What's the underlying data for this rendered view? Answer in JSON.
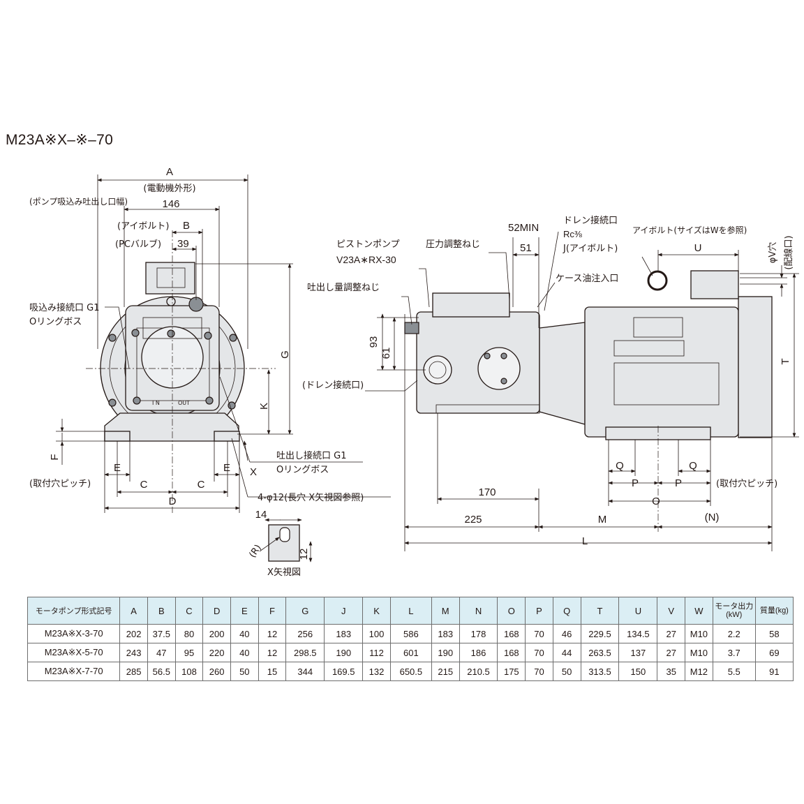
{
  "title": "M23A※X–※–70",
  "front_view": {
    "dim_A": "A",
    "motor_outline": "(電動機外形)",
    "pump_port_width": "(ポンプ吸込み吐出し口幅)",
    "dim_146": "146",
    "eyebolt": "(アイボルト)",
    "dim_B": "B",
    "pc_valve": "(PCバルブ)",
    "dim_39": "39",
    "suction_port": "吸込み接続口 G1",
    "suction_boss": "Oリングボス",
    "dim_G": "G",
    "dim_K": "K",
    "dim_F": "F",
    "dim_E_left": "E",
    "dim_E_right": "E",
    "dim_X": "X",
    "mount_pitch": "(取付穴ピッチ)",
    "dim_C_left": "C",
    "dim_C_right": "C",
    "dim_D": "D",
    "discharge_port": "吐出し接続口 G1",
    "discharge_boss": "Oリングボス",
    "holes": "4-φ12(長穴 X矢視図参照)",
    "in_label": "I N",
    "out_label": "OUT"
  },
  "x_view": {
    "dim_14": "14",
    "dim_12": "12",
    "dim_R": "(R)",
    "caption": "X矢視図"
  },
  "side_view": {
    "piston_pump": "ピストンポンプ",
    "pump_model": "V23A∗RX-30",
    "pressure_screw": "圧力調整ねじ",
    "dim_52min": "52MIN",
    "dim_51": "51",
    "drain_port": "ドレン接続口",
    "drain_rc": "Rc⅜",
    "j_eyebolt": "J(アイボルト)",
    "eyebolt_w": "アイボルト(サイズはWを参照)",
    "dim_U": "U",
    "dim_V": "φV穴",
    "wiring_port": "(配線口)",
    "flow_screw": "吐出し量調整ねじ",
    "case_oil": "ケース油注入口",
    "dim_93": "93",
    "dim_61": "61",
    "drain_port_paren": "(ドレン接続口)",
    "dim_T": "T",
    "dim_Q_left": "Q",
    "dim_Q_right": "Q",
    "dim_P_left": "P",
    "dim_P_right": "P",
    "mount_pitch": "(取付穴ピッチ)",
    "dim_O": "O",
    "dim_170": "170",
    "dim_225": "225",
    "dim_M": "M",
    "dim_N": "(N)",
    "dim_L": "L"
  },
  "table": {
    "headers": [
      "モータポンプ形式記号",
      "A",
      "B",
      "C",
      "D",
      "E",
      "F",
      "G",
      "J",
      "K",
      "L",
      "M",
      "N",
      "O",
      "P",
      "Q",
      "T",
      "U",
      "V",
      "W",
      "モータ出力 (kW)",
      "質量(kg)"
    ],
    "rows": [
      [
        "M23A※X-3-70",
        "202",
        "37.5",
        "80",
        "200",
        "40",
        "12",
        "256",
        "183",
        "100",
        "586",
        "183",
        "178",
        "168",
        "70",
        "46",
        "229.5",
        "134.5",
        "27",
        "M10",
        "2.2",
        "58"
      ],
      [
        "M23A※X-5-70",
        "243",
        "47",
        "95",
        "220",
        "40",
        "12",
        "298.5",
        "190",
        "112",
        "601",
        "190",
        "186",
        "168",
        "70",
        "44",
        "263.5",
        "137",
        "27",
        "M10",
        "3.7",
        "69"
      ],
      [
        "M23A※X-7-70",
        "285",
        "56.5",
        "108",
        "260",
        "50",
        "15",
        "344",
        "169.5",
        "132",
        "650.5",
        "215",
        "210.5",
        "175",
        "70",
        "50",
        "313.5",
        "150",
        "35",
        "M12",
        "5.5",
        "91"
      ]
    ]
  },
  "colors": {
    "header_bg": "#dbeef4",
    "line": "#231815",
    "part_fill": "#e4e6e8"
  }
}
